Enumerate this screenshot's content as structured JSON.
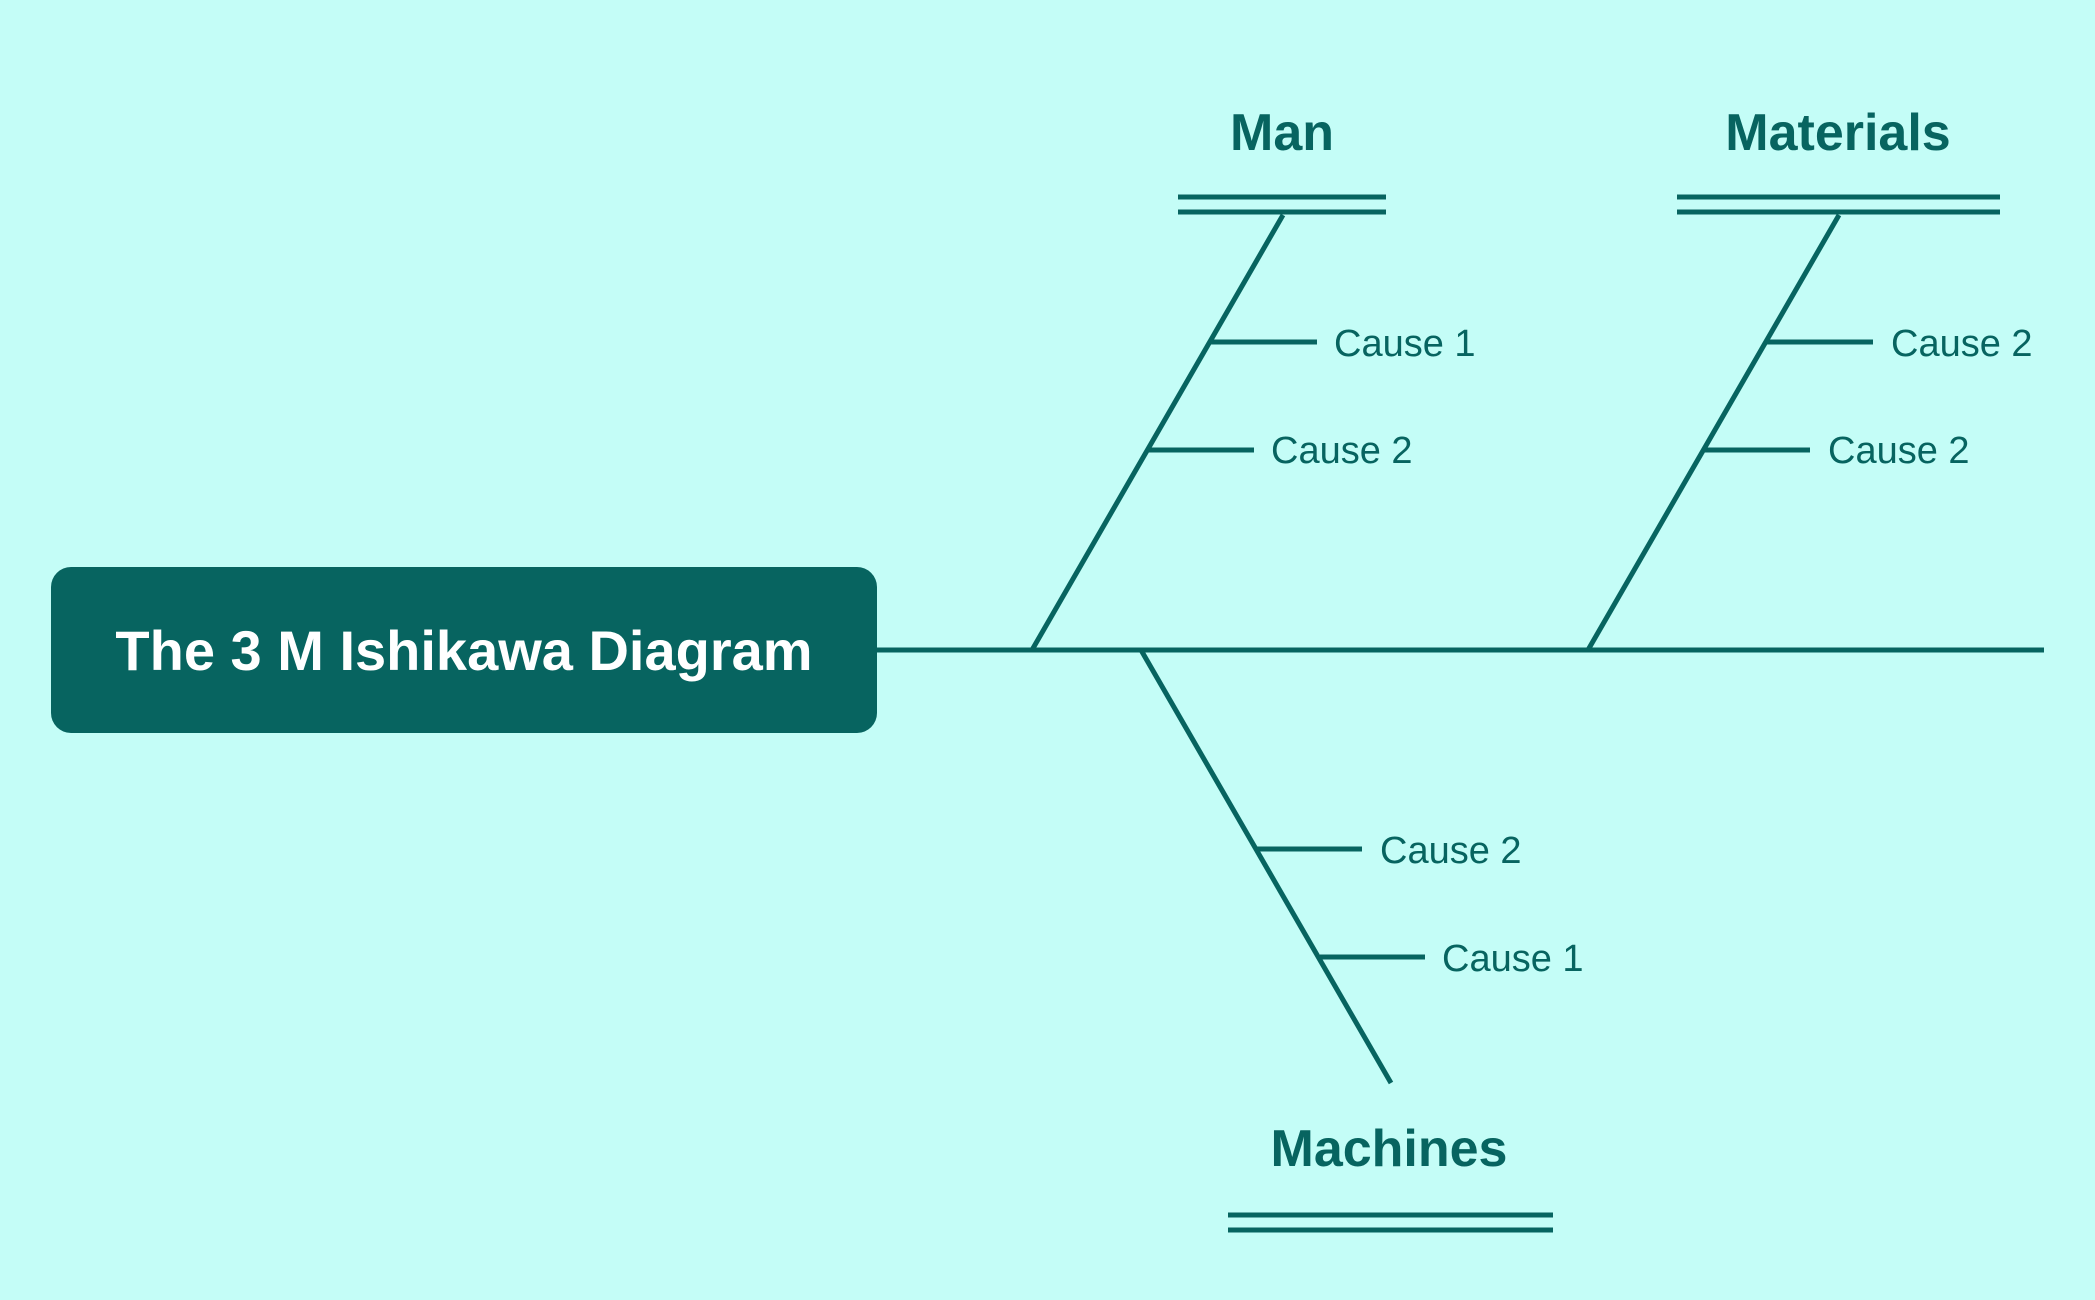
{
  "colors": {
    "background": "#c4fdf7",
    "primary": "#076460",
    "title_text": "#ffffff"
  },
  "title": "The 3 M Ishikawa Diagram",
  "categories": {
    "man": {
      "label": "Man",
      "causes": [
        "Cause 1",
        "Cause 2"
      ]
    },
    "materials": {
      "label": "Materials",
      "causes": [
        "Cause 2",
        "Cause 2"
      ]
    },
    "machines": {
      "label": "Machines",
      "causes": [
        "Cause 2",
        "Cause 1"
      ]
    }
  }
}
